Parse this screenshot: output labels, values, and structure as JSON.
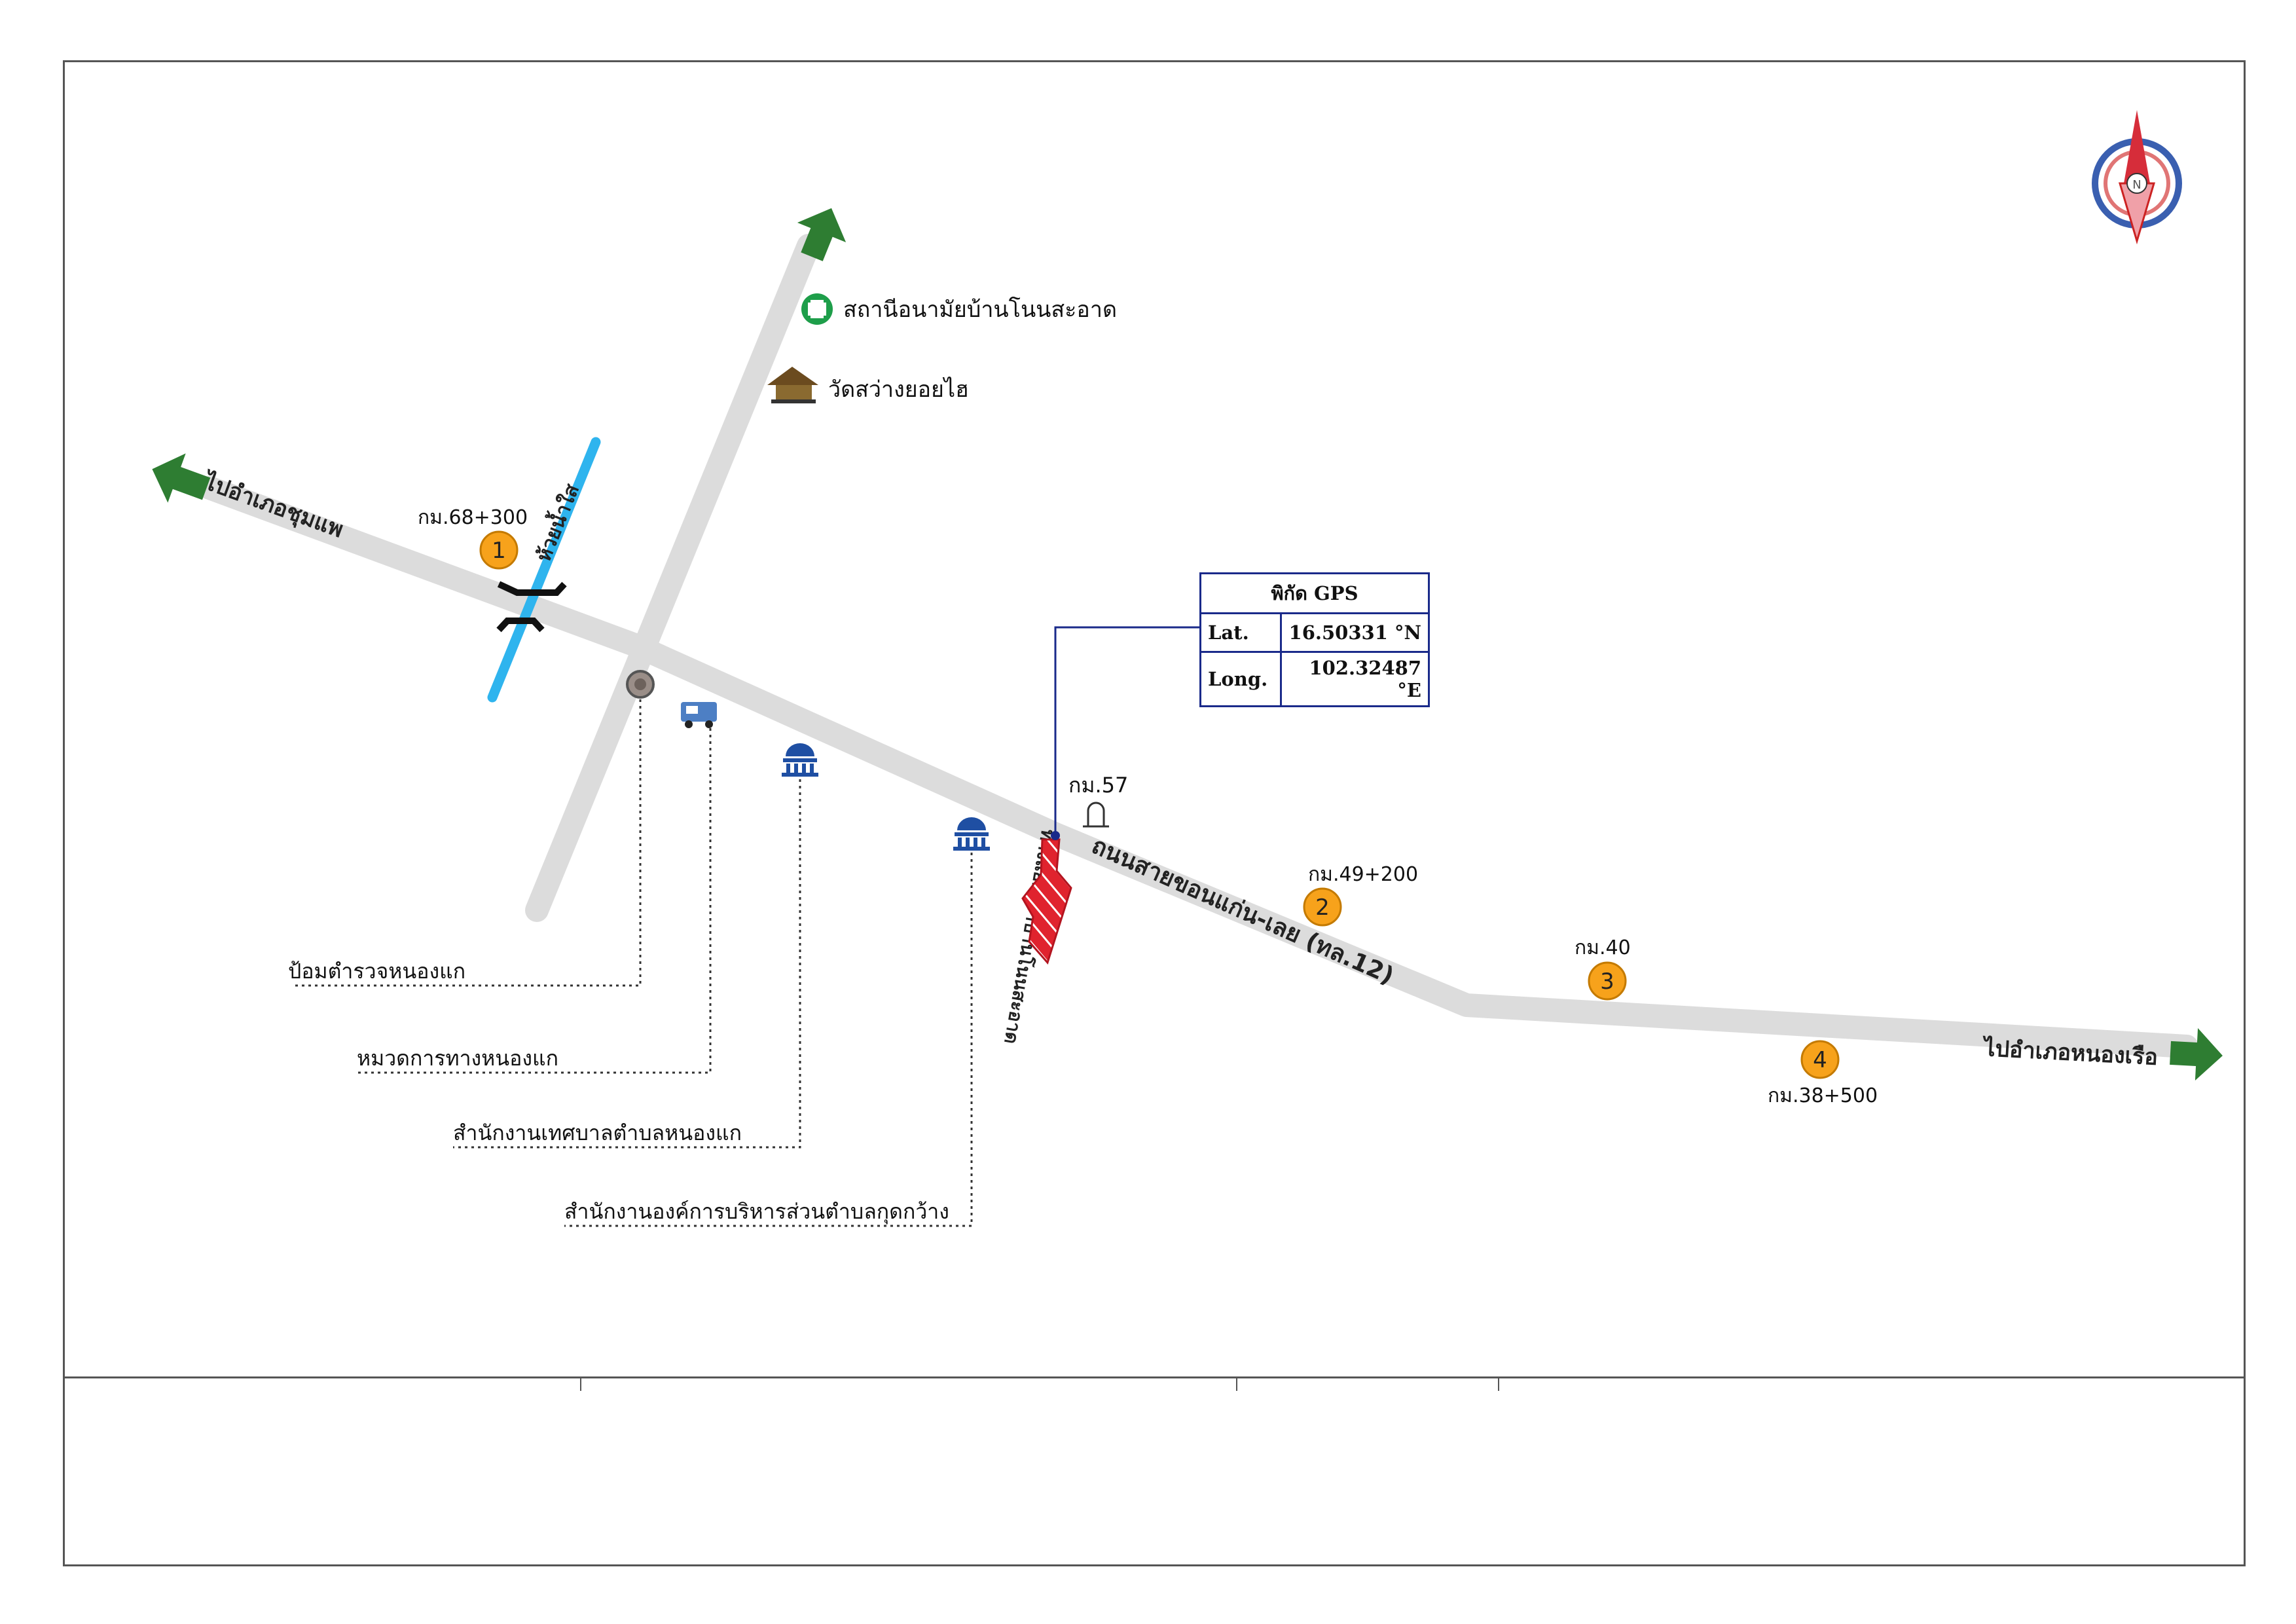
{
  "destinations": {
    "west": "ไปอำเภอชุมแพ",
    "east": "ไปอำเภอหนองเรือ"
  },
  "road": {
    "name": "ถนนสายขอนแก่น-เลย (ทล.12)"
  },
  "stream": {
    "name": "ห้วยน้ำใส"
  },
  "village_road": {
    "name": "ทางแยกเข้าบ้านโนนสะอาด"
  },
  "landmarks": {
    "health_station": "สถานีอนามัยบ้านโนนสะอาด",
    "temple": "วัดสว่างยอยไฮ",
    "police_box": "ป้อมตำรวจหนองแก",
    "highway_unit": "หมวดการทางหนองแก",
    "municipality_office": "สำนักงานเทศบาลตำบลหนองแก",
    "sao_office": "สำนักงานองค์การบริหารส่วนตำบลกุดกว้าง"
  },
  "markers": [
    {
      "number": "1",
      "km": "กม.68+300"
    },
    {
      "number": "2",
      "km": "กม.49+200"
    },
    {
      "number": "3",
      "km": "กม.40"
    },
    {
      "number": "4",
      "km": "กม.38+500"
    }
  ],
  "site_km": "กม.57",
  "gps": {
    "title": "พิกัด GPS",
    "lat_label": "Lat.",
    "lat_value": "16.50331 °N",
    "long_label": "Long.",
    "long_value": "102.32487 °E"
  },
  "compass": {
    "letter": "N"
  },
  "colors": {
    "road": "#dcdcdc",
    "stream": "#2fb4ee",
    "marker": "#f7a21b",
    "arrow": "#2e7d32",
    "site": "#e0232e",
    "gov_icon": "#1f4fa3",
    "frame": "#555555"
  }
}
